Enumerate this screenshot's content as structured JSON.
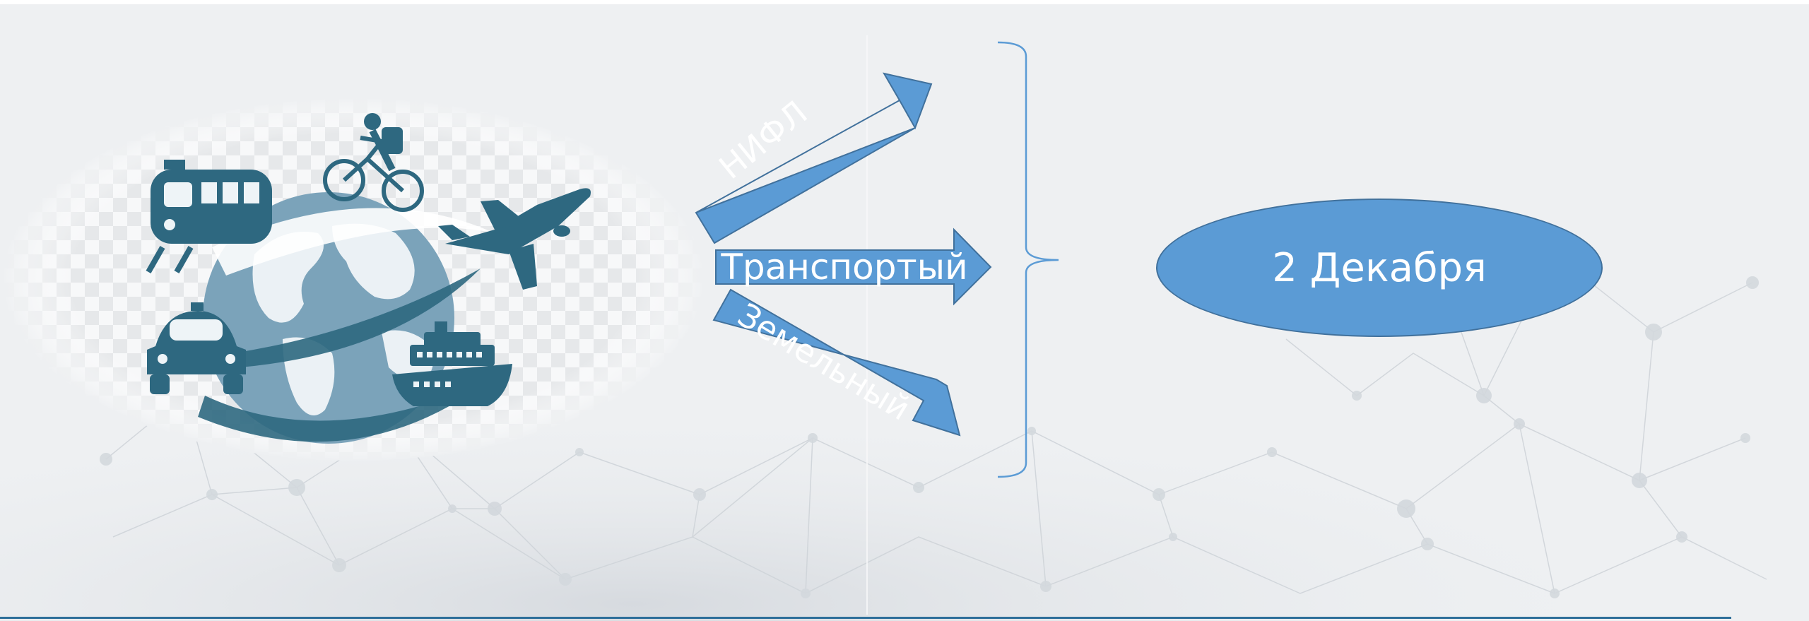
{
  "diagram": {
    "arrows": [
      {
        "label": "НИФЛ"
      },
      {
        "label": "Транспортый"
      },
      {
        "label": "Земельный"
      }
    ],
    "date_label": "2 Декабря"
  },
  "colors": {
    "arrow_fill": "#5b9bd5",
    "arrow_stroke": "#41719c",
    "brace": "#5b9bd5",
    "icon_dark": "#2e6880",
    "globe": "#7ba3ba",
    "bottom_rule": "#2e6f9a"
  },
  "icons": [
    "train-icon",
    "bicycle-icon",
    "airplane-icon",
    "car-icon",
    "ship-icon",
    "globe-icon"
  ]
}
